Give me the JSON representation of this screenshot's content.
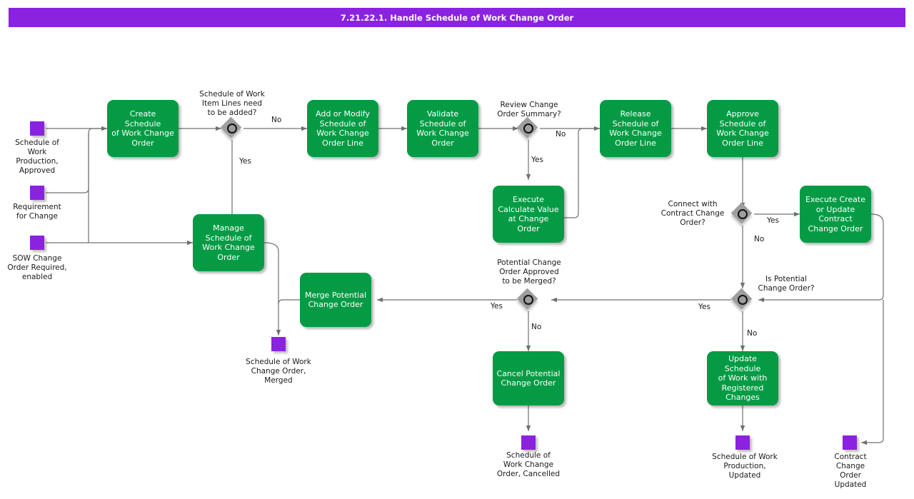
{
  "header": {
    "title": "7.21.22.1. Handle Schedule of Work Change Order",
    "bar_color": "#8A22E0"
  },
  "palette": {
    "task_fill": "#059B45",
    "task_text": "#FFFFFF",
    "event_fill": "#8A22E0",
    "gateway_fill": "#9E9E9E",
    "connector": "#707070",
    "page_background": "#FFFFFF"
  },
  "diagram": {
    "type": "bpmn-process-flow",
    "start_events": [
      {
        "id": "start-sow-production-approved",
        "label": "Schedule of\nWork\nProduction,\nApproved"
      },
      {
        "id": "start-requirement-for-change",
        "label": "Requirement\nfor Change"
      },
      {
        "id": "start-sow-change-order-required",
        "label": "SOW Change\nOrder Required,\nenabled"
      }
    ],
    "tasks": [
      {
        "id": "create-sow-change-order",
        "label": "Create Schedule\nof Work Change\nOrder"
      },
      {
        "id": "manage-sow-change-order",
        "label": "Manage\nSchedule of\nWork Change\nOrder"
      },
      {
        "id": "add-or-modify-sow-change-order-line",
        "label": "Add or Modify\nSchedule of\nWork Change\nOrder Line"
      },
      {
        "id": "validate-sow-change-order",
        "label": "Validate\nSchedule of\nWork Change\nOrder"
      },
      {
        "id": "execute-calculate-value",
        "label": "Execute\nCalculate Value\nat Change Order"
      },
      {
        "id": "release-sow-change-order-line",
        "label": "Release\nSchedule of\nWork Change\nOrder Line"
      },
      {
        "id": "approve-sow-change-order-line",
        "label": "Approve\nSchedule of\nWork Change\nOrder Line"
      },
      {
        "id": "execute-create-or-update-contract-change-order",
        "label": "Execute Create\nor Update\nContract\nChange Order"
      },
      {
        "id": "merge-potential-change-order",
        "label": "Merge Potential\nChange Order"
      },
      {
        "id": "cancel-potential-change-order",
        "label": "Cancel Potential\nChange Order"
      },
      {
        "id": "update-sow-with-registered-changes",
        "label": "Update Schedule\nof Work with\nRegistered\nChanges"
      }
    ],
    "gateways": [
      {
        "id": "gw-item-lines-needed",
        "label": "Schedule of Work\nItem Lines need\nto be added?"
      },
      {
        "id": "gw-review-change-order-summary",
        "label": "Review Change\nOrder Summary?"
      },
      {
        "id": "gw-connect-with-contract-change-order",
        "label": "Connect with\nContract Change\nOrder?"
      },
      {
        "id": "gw-potential-change-order-approved",
        "label": "Potential Change\nOrder Approved\nto be Merged?"
      },
      {
        "id": "gw-is-potential-change-order",
        "label": "Is Potential\nChange Order?"
      }
    ],
    "end_events": [
      {
        "id": "end-sow-change-order-merged",
        "label": "Schedule of Work\nChange Order,\nMerged"
      },
      {
        "id": "end-sow-change-order-cancelled",
        "label": "Schedule of\nWork Change\nOrder, Cancelled"
      },
      {
        "id": "end-sow-production-updated",
        "label": "Schedule of Work\nProduction,\nUpdated"
      },
      {
        "id": "end-contract-change-order-updated",
        "label": "Contract\nChange\nOrder\nUpdated"
      }
    ],
    "flow_labels": {
      "item_lines_no": "No",
      "item_lines_yes": "Yes",
      "review_summary_no": "No",
      "review_summary_yes": "Yes",
      "connect_contract_yes": "Yes",
      "connect_contract_no": "No",
      "potential_approved_yes": "Yes",
      "potential_approved_no": "No",
      "is_potential_yes": "Yes",
      "is_potential_no": "No"
    }
  }
}
